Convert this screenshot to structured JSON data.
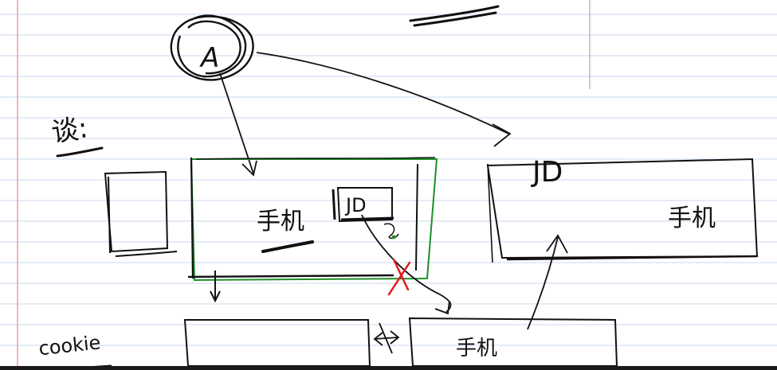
{
  "paper": {
    "rule_color": "#c9d9ee",
    "margin_line_color": "#e8a0a8",
    "bottom_bar_color": "#1a1a1a"
  },
  "ink": {
    "primary": "#111111",
    "highlight_box": "#1f8f2a",
    "cross": "#e11b1b"
  },
  "labels": {
    "note": "谈:",
    "cookie": "cookie",
    "id_main": "JD",
    "id_small": "JD",
    "phone_left": "手机",
    "phone_right": "手机",
    "phone_bottom": "手机",
    "user_circle": "A"
  }
}
